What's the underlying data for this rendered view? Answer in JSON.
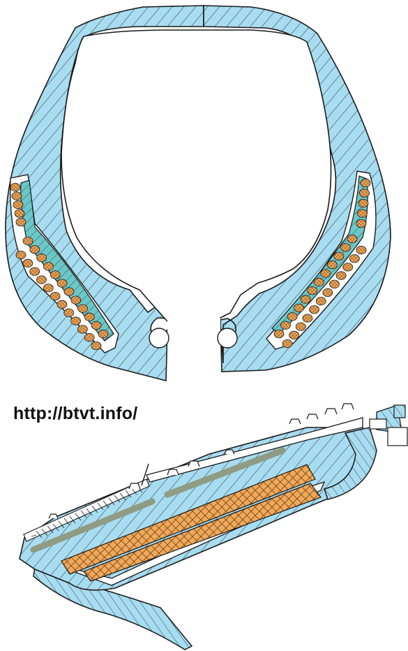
{
  "watermark": {
    "url": "http://btvt.info/"
  },
  "colors": {
    "outline": "#1a1a1a",
    "body_fill": "#a8dcf0",
    "hatch": "#2b3f4a",
    "plate_fill": "#6cc7c9",
    "ceramic_fill": "#f0a95c",
    "rod_fill": "#8f9b83",
    "background": "#ffffff"
  },
  "figures": [
    {
      "name": "ring-cross-section"
    },
    {
      "name": "plate-cross-section"
    }
  ]
}
